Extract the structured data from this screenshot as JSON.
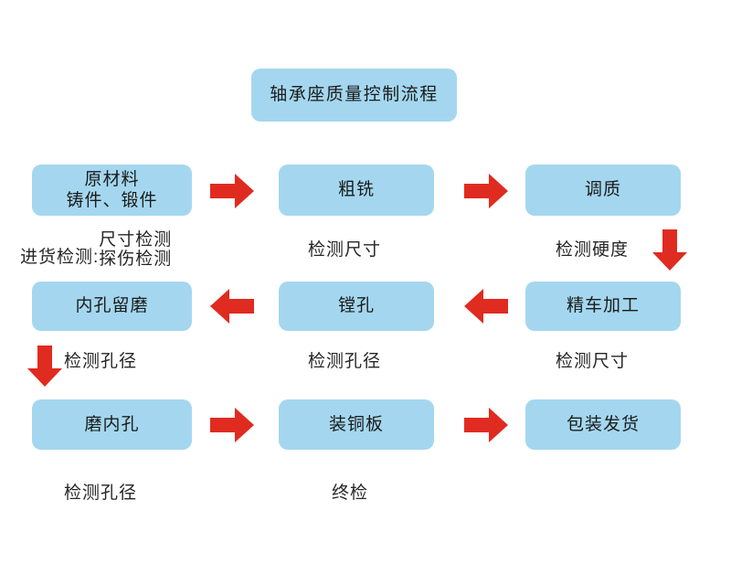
{
  "diagram": {
    "title_node": {
      "text": "轴承座质量控制流程"
    },
    "accent_box_color": "#a4d7ef",
    "accent_arrow_color": "#e02b20",
    "background_color": "#ffffff",
    "nodes": [
      {
        "id": "raw-material",
        "lines": [
          "原材料",
          "铸件、锻件"
        ]
      },
      {
        "id": "rough-milling",
        "lines": [
          "粗铣"
        ]
      },
      {
        "id": "quench-temper",
        "lines": [
          "调质"
        ]
      },
      {
        "id": "bore-reserve-grind",
        "lines": [
          "内孔留磨"
        ]
      },
      {
        "id": "boring",
        "lines": [
          "镗孔"
        ]
      },
      {
        "id": "finish-turning",
        "lines": [
          "精车加工"
        ]
      },
      {
        "id": "grind-inner-hole",
        "lines": [
          "磨内孔"
        ]
      },
      {
        "id": "install-copper-plate",
        "lines": [
          "装铜板"
        ]
      },
      {
        "id": "packing-shipping",
        "lines": [
          "包装发货"
        ]
      }
    ],
    "labels": {
      "incoming_inspection_prefix": "进货检测:",
      "incoming_inspection_lines": [
        "尺寸检测",
        "探伤检测"
      ],
      "check_dimension_1": "检测尺寸",
      "check_hardness": "检测硬度",
      "check_bore_diameter_1": "检测孔径",
      "check_bore_diameter_2": "检测孔径",
      "check_dimension_2": "检测尺寸",
      "check_bore_diameter_3": "检测孔径",
      "final_inspection": "终检"
    },
    "arrows": [
      {
        "id": "arrow-raw-to-rough",
        "direction": "right"
      },
      {
        "id": "arrow-rough-to-quench",
        "direction": "right"
      },
      {
        "id": "arrow-quench-to-finish-turning",
        "direction": "down"
      },
      {
        "id": "arrow-finish-turning-to-boring",
        "direction": "left"
      },
      {
        "id": "arrow-boring-to-reserve-grind",
        "direction": "left"
      },
      {
        "id": "arrow-reserve-grind-to-grind",
        "direction": "down"
      },
      {
        "id": "arrow-grind-to-copper-plate",
        "direction": "right"
      },
      {
        "id": "arrow-copper-plate-to-packing",
        "direction": "right"
      }
    ]
  }
}
